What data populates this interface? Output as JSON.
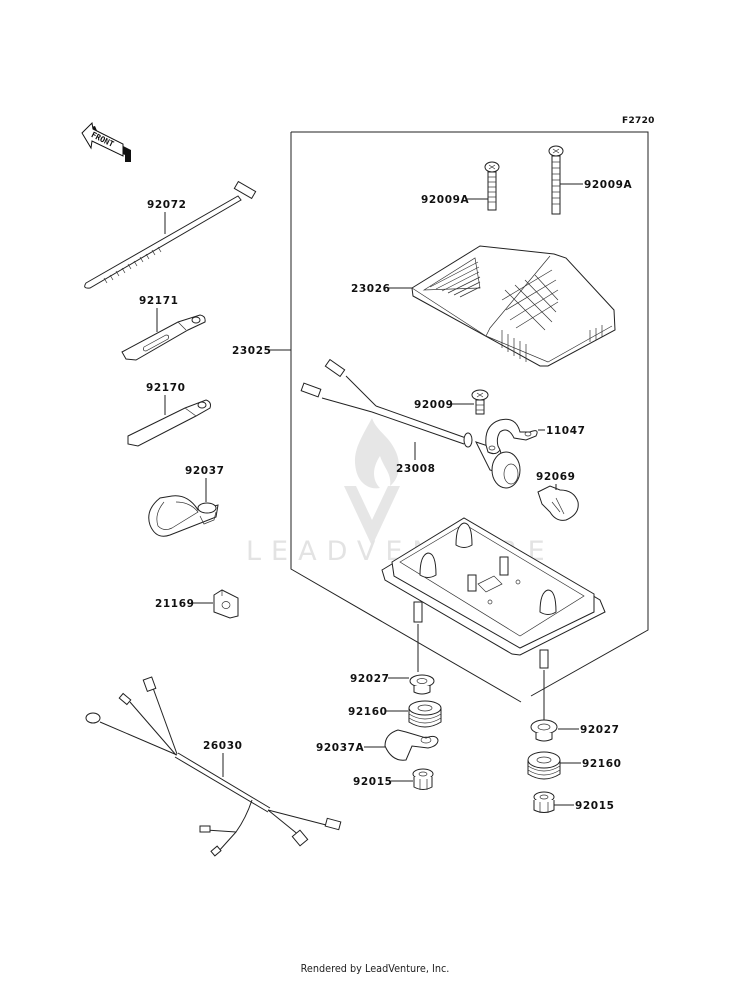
{
  "diagram": {
    "figure_ref": "F2720",
    "front_arrow_label": "FRONT",
    "watermark": "LEADVENTURE",
    "assembly_label": "23025",
    "parts": [
      {
        "id": "p-92072",
        "number": "92072",
        "name": "cable tie"
      },
      {
        "id": "p-92171",
        "number": "92171",
        "name": "clamp plate (slotted)"
      },
      {
        "id": "p-92170",
        "number": "92170",
        "name": "clamp plate"
      },
      {
        "id": "p-92037",
        "number": "92037",
        "name": "cable clamp"
      },
      {
        "id": "p-21169",
        "number": "21169",
        "name": "clip nut"
      },
      {
        "id": "p-26030",
        "number": "26030",
        "name": "wire harness"
      },
      {
        "id": "p-92009A-left",
        "number": "92009A",
        "name": "screw"
      },
      {
        "id": "p-92009A-right",
        "number": "92009A",
        "name": "screw"
      },
      {
        "id": "p-23026",
        "number": "23026",
        "name": "lens"
      },
      {
        "id": "p-92009",
        "number": "92009",
        "name": "screw"
      },
      {
        "id": "p-11047",
        "number": "11047",
        "name": "bracket"
      },
      {
        "id": "p-23008",
        "number": "23008",
        "name": "socket with leads"
      },
      {
        "id": "p-92069",
        "number": "92069",
        "name": "bulb"
      },
      {
        "id": "p-92027-left",
        "number": "92027",
        "name": "collar"
      },
      {
        "id": "p-92160-left",
        "number": "92160",
        "name": "damper"
      },
      {
        "id": "p-92037A",
        "number": "92037A",
        "name": "clamp"
      },
      {
        "id": "p-92015-left",
        "number": "92015",
        "name": "nut"
      },
      {
        "id": "p-92027-right",
        "number": "92027",
        "name": "collar"
      },
      {
        "id": "p-92160-right",
        "number": "92160",
        "name": "damper"
      },
      {
        "id": "p-92015-right",
        "number": "92015",
        "name": "nut"
      }
    ]
  },
  "footer": {
    "text": "Rendered by LeadVenture, Inc."
  }
}
